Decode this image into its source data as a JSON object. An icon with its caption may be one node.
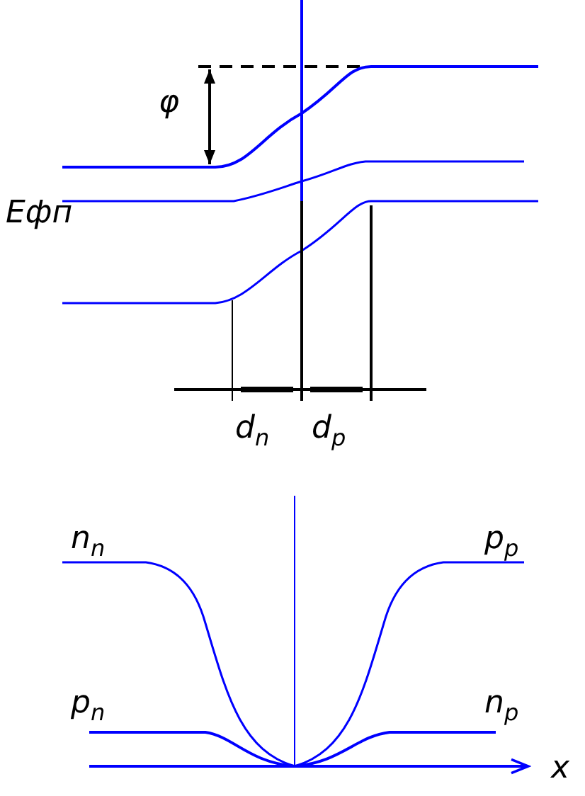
{
  "diagram": {
    "labels": [
      "φ",
      "Eфп",
      "d$_{n}$",
      "d$_{p}$",
      "n$_{n}$",
      "p$_{p}$",
      "p$_{n}$",
      "n$_{p}$",
      "x"
    ]
  }
}
